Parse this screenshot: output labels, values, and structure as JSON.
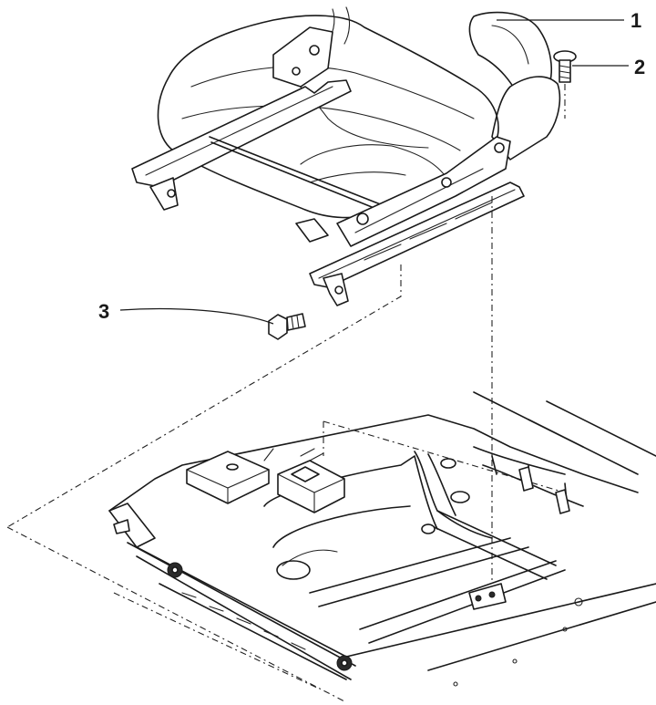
{
  "callouts": [
    {
      "id": "1",
      "label": "1",
      "part": "seat"
    },
    {
      "id": "2",
      "label": "2",
      "part": "rear-bolt"
    },
    {
      "id": "3",
      "label": "3",
      "part": "front-bolt"
    }
  ],
  "colors": {
    "ink": "#1a1a1a",
    "background": "#ffffff"
  }
}
